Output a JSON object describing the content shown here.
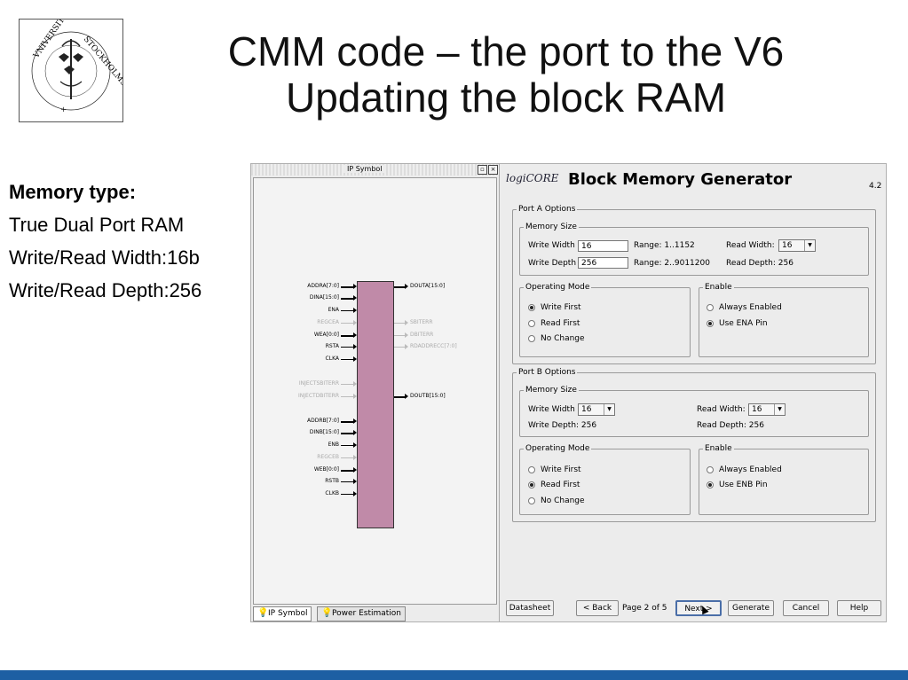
{
  "slide": {
    "title_line1": "CMM code – the port to the V6",
    "title_line2": "Updating the block RAM",
    "left_heading": "Memory type:",
    "left_lines": [
      "True Dual Port RAM",
      "Write/Read Width:16b",
      "Write/Read Depth:256"
    ],
    "footer_color": "#1d5fa3"
  },
  "ip_symbol": {
    "pane_title": "IP Symbol",
    "left_pins": [
      "ADDRA[7:0]",
      "DINA[15:0]",
      "ENA",
      "REGCEA",
      "WEA[0:0]",
      "RSTA",
      "CLKA",
      "INJECTSBITERR",
      "INJECTDBITERR",
      "ADDRB[7:0]",
      "DINB[15:0]",
      "ENB",
      "REGCEB",
      "WEB[0:0]",
      "RSTB",
      "CLKB"
    ],
    "right_pins": [
      "DOUTA[15:0]",
      "SBITERR",
      "DBITERR",
      "RDADDRECC[7:0]",
      "DOUTB[15:0]"
    ],
    "tabs": [
      "IP Symbol",
      "Power Estimation"
    ],
    "block_color": "#c08aa8"
  },
  "generator": {
    "brand": "logiCORE",
    "title": "Block Memory Generator",
    "version": "4.2",
    "port_a": {
      "legend": "Port A Options",
      "memory_size_legend": "Memory Size",
      "write_width_label": "Write Width",
      "write_width_value": "16",
      "write_width_range": "Range: 1..1152",
      "read_width_label": "Read Width:",
      "read_width_value": "16",
      "write_depth_label": "Write Depth",
      "write_depth_value": "256",
      "write_depth_range": "Range: 2..9011200",
      "read_depth_label": "Read Depth: 256",
      "operating_mode_legend": "Operating Mode",
      "modes": [
        "Write First",
        "Read First",
        "No Change"
      ],
      "mode_selected": "Write First",
      "enable_legend": "Enable",
      "enable_options": [
        "Always Enabled",
        "Use ENA Pin"
      ],
      "enable_selected": "Use ENA Pin"
    },
    "port_b": {
      "legend": "Port B Options",
      "memory_size_legend": "Memory Size",
      "write_width_label": "Write Width",
      "write_width_value": "16",
      "read_width_label": "Read Width:",
      "read_width_value": "16",
      "write_depth_label": "Write Depth: 256",
      "read_depth_label": "Read Depth: 256",
      "operating_mode_legend": "Operating Mode",
      "modes": [
        "Write First",
        "Read First",
        "No Change"
      ],
      "mode_selected": "Read First",
      "enable_legend": "Enable",
      "enable_options": [
        "Always Enabled",
        "Use ENB Pin"
      ],
      "enable_selected": "Use ENB Pin"
    },
    "buttons": {
      "datasheet": "Datasheet",
      "back": "< Back",
      "page": "Page 2 of 5",
      "next": "Next >",
      "generate": "Generate",
      "cancel": "Cancel",
      "help": "Help"
    }
  }
}
